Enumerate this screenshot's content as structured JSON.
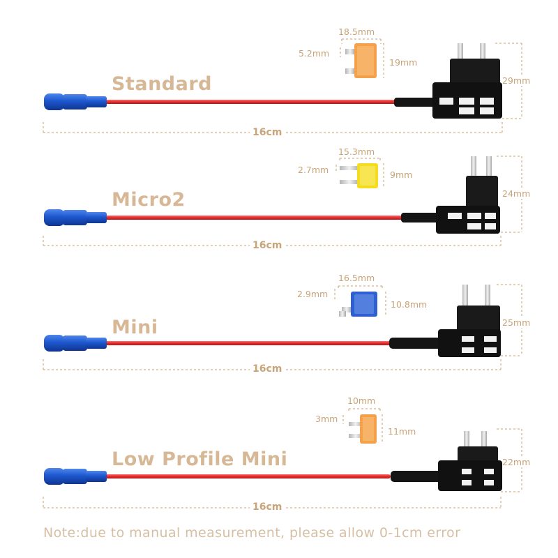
{
  "colors": {
    "wire": "#e32b2b",
    "connector": "#1a56c9",
    "label": "#d7b896",
    "dimension": "#c8a478",
    "fuse_standard": "#f5a04a",
    "fuse_micro2": "#f4dc1f",
    "fuse_mini": "#2f5fd0",
    "fuse_lowprofile": "#f5a04a"
  },
  "items": [
    {
      "name": "Standard",
      "length": "16cm",
      "holder_height": "29mm",
      "fuse": {
        "width": "18.5mm",
        "blade": "5.2mm",
        "height": "19mm"
      }
    },
    {
      "name": "Micro2",
      "length": "16cm",
      "holder_height": "24mm",
      "fuse": {
        "width": "15.3mm",
        "blade": "2.7mm",
        "height": "9mm"
      }
    },
    {
      "name": "Mini",
      "length": "16cm",
      "holder_height": "25mm",
      "fuse": {
        "width": "16.5mm",
        "blade": "2.9mm",
        "height": "10.8mm"
      }
    },
    {
      "name": "Low Profile Mini",
      "length": "16cm",
      "holder_height": "22mm",
      "fuse": {
        "width": "10mm",
        "blade": "3mm",
        "height": "11mm"
      }
    }
  ],
  "note": "Note:due to manual measurement, please allow 0-1cm error"
}
